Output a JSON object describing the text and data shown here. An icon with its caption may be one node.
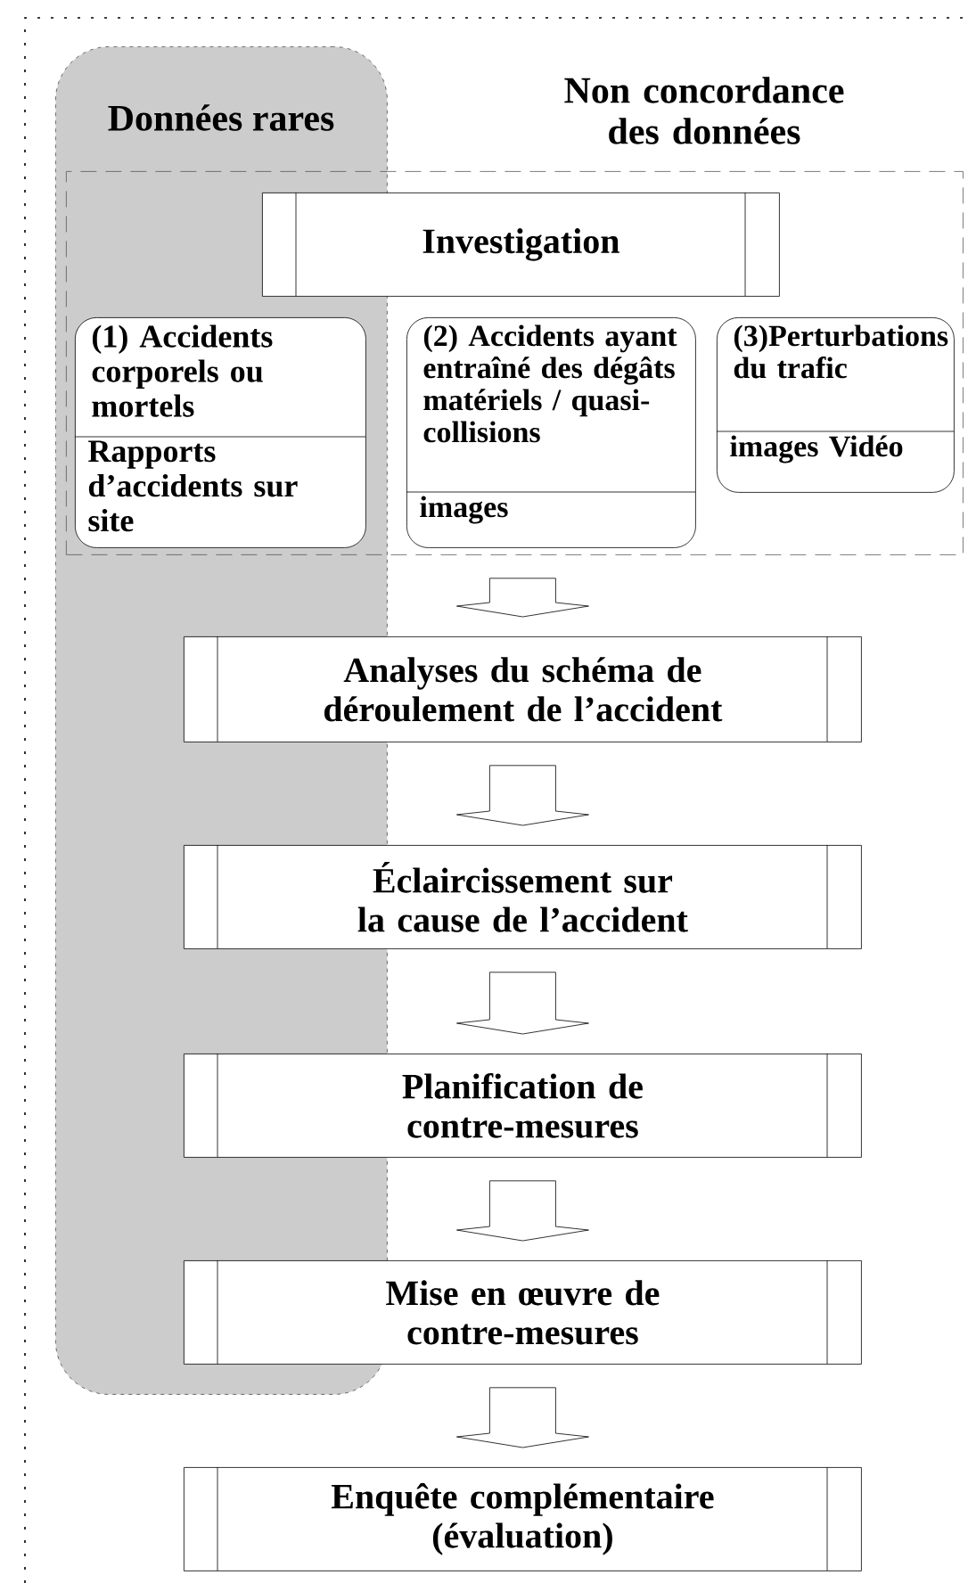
{
  "diagram": {
    "nodes": [
      {
        "text": [
          "Données rares"
        ]
      },
      {
        "text": [
          "Non concordance des données"
        ]
      },
      {
        "text": [
          "Investigation"
        ],
        "in": 1
      },
      {
        "text": [
          "(1) Accidents corporels ou mortels",
          "Rapports d’accidents sur site"
        ]
      },
      {
        "text": [
          "(2) Accidents ayant entraîné des dégâts matériels / quasi-collisions",
          "images"
        ],
        "in": 1
      },
      {
        "text": [
          "(3)Perturbations du trafic",
          "images Vidéo"
        ],
        "in": 1
      },
      {
        "text": [
          "Analyses du schéma de déroulement de l’accident"
        ]
      },
      {
        "text": [
          "Éclaircissement sur la cause de l’accident"
        ]
      },
      {
        "text": [
          "Planification de contre-mesures"
        ]
      },
      {
        "text": [
          "Mise en œuvre de contre-mesures"
        ]
      },
      {
        "text": [
          "Enquête complémentaire (évaluation)"
        ]
      }
    ],
    "edges": [
      {
        "from": 1,
        "to": 6,
        "arrow": "to"
      },
      {
        "from": 6,
        "to": 7,
        "arrow": "to"
      },
      {
        "from": 7,
        "to": 8,
        "arrow": "to"
      },
      {
        "from": 8,
        "to": 9,
        "arrow": "to"
      },
      {
        "from": 9,
        "to": 10,
        "arrow": "to"
      }
    ]
  }
}
